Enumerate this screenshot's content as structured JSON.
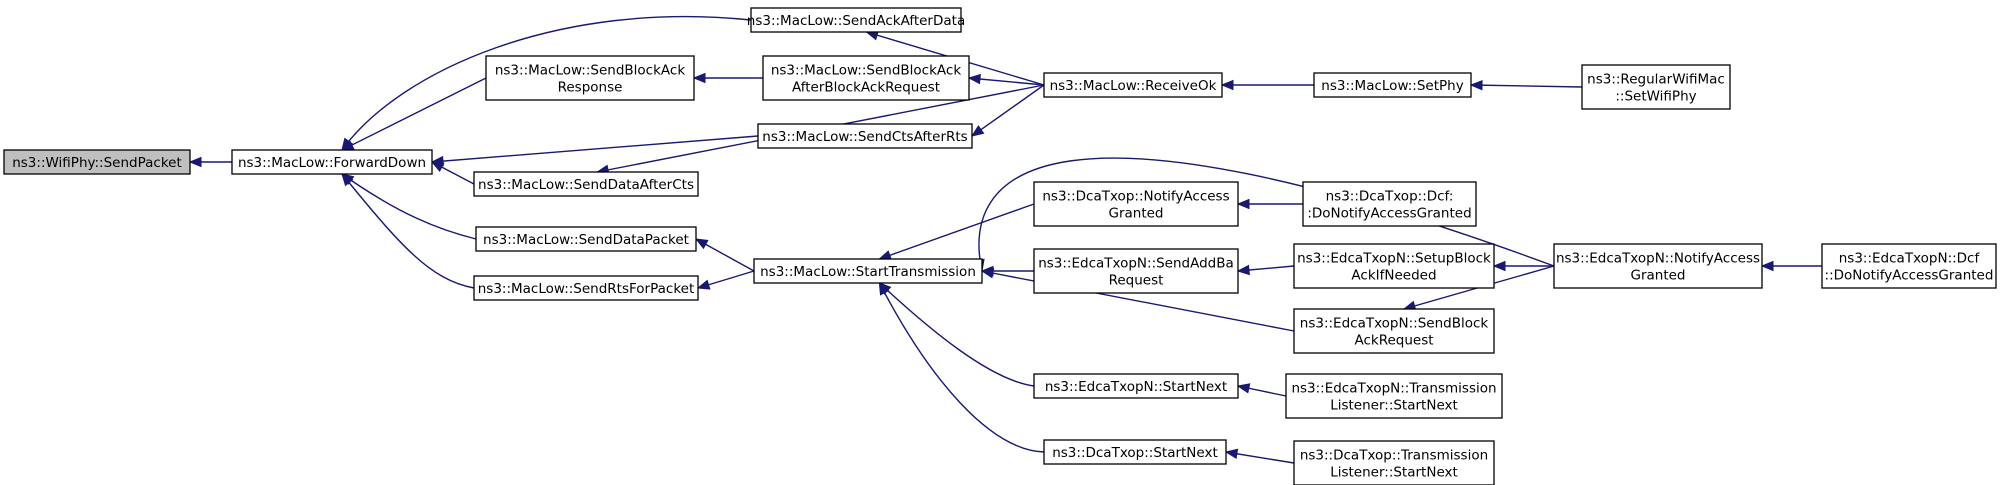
{
  "nodes": [
    {
      "id": "wifiphy_sendpacket",
      "lines": [
        "ns3::WifiPhy::SendPacket"
      ],
      "root": true
    },
    {
      "id": "maclow_forwarddown",
      "lines": [
        "ns3::MacLow::ForwardDown"
      ]
    },
    {
      "id": "maclow_sendackafterdata",
      "lines": [
        "ns3::MacLow::SendAckAfterData"
      ]
    },
    {
      "id": "maclow_sendblockackresponse",
      "lines": [
        "ns3::MacLow::SendBlockAck",
        "Response"
      ]
    },
    {
      "id": "maclow_sendblockackafterblockackrequest",
      "lines": [
        "ns3::MacLow::SendBlockAck",
        "AfterBlockAckRequest"
      ]
    },
    {
      "id": "maclow_receiveok",
      "lines": [
        "ns3::MacLow::ReceiveOk"
      ]
    },
    {
      "id": "maclow_setphy",
      "lines": [
        "ns3::MacLow::SetPhy"
      ]
    },
    {
      "id": "regularwifimac_setwifiphy",
      "lines": [
        "ns3::RegularWifiMac",
        "::SetWifiPhy"
      ]
    },
    {
      "id": "maclow_sendctsafterrts",
      "lines": [
        "ns3::MacLow::SendCtsAfterRts"
      ]
    },
    {
      "id": "maclow_senddataaftercts",
      "lines": [
        "ns3::MacLow::SendDataAfterCts"
      ]
    },
    {
      "id": "maclow_senddatapacket",
      "lines": [
        "ns3::MacLow::SendDataPacket"
      ]
    },
    {
      "id": "maclow_sendrtsforpacket",
      "lines": [
        "ns3::MacLow::SendRtsForPacket"
      ]
    },
    {
      "id": "maclow_starttransmission",
      "lines": [
        "ns3::MacLow::StartTransmission"
      ]
    },
    {
      "id": "dcatxop_notifyaccessgranted",
      "lines": [
        "ns3::DcaTxop::NotifyAccess",
        "Granted"
      ]
    },
    {
      "id": "dcatxop_dcf_donotifyaccessgranted",
      "lines": [
        "ns3::DcaTxop::Dcf:",
        ":DoNotifyAccessGranted"
      ]
    },
    {
      "id": "edcatxopn_sendaddbarequest",
      "lines": [
        "ns3::EdcaTxopN::SendAddBa",
        "Request"
      ]
    },
    {
      "id": "edcatxopn_setupblockackifneeded",
      "lines": [
        "ns3::EdcaTxopN::SetupBlock",
        "AckIfNeeded"
      ]
    },
    {
      "id": "edcatxopn_notifyaccessgranted",
      "lines": [
        "ns3::EdcaTxopN::NotifyAccess",
        "Granted"
      ]
    },
    {
      "id": "edcatxopn_dcf_donotifyaccessgranted",
      "lines": [
        "ns3::EdcaTxopN::Dcf",
        "::DoNotifyAccessGranted"
      ]
    },
    {
      "id": "edcatxopn_sendblockackrequest",
      "lines": [
        "ns3::EdcaTxopN::SendBlock",
        "AckRequest"
      ]
    },
    {
      "id": "edcatxopn_startnext",
      "lines": [
        "ns3::EdcaTxopN::StartNext"
      ]
    },
    {
      "id": "edcatxopn_transmissionlistener_startnext",
      "lines": [
        "ns3::EdcaTxopN::Transmission",
        "Listener::StartNext"
      ]
    },
    {
      "id": "dcatxop_startnext",
      "lines": [
        "ns3::DcaTxop::StartNext"
      ]
    },
    {
      "id": "dcatxop_transmissionlistener_startnext",
      "lines": [
        "ns3::DcaTxop::Transmission",
        "Listener::StartNext"
      ]
    }
  ],
  "edges": [
    {
      "from": "maclow_forwarddown",
      "to": "wifiphy_sendpacket"
    },
    {
      "from": "maclow_sendackafterdata",
      "to": "maclow_forwarddown"
    },
    {
      "from": "maclow_sendblockackresponse",
      "to": "maclow_forwarddown"
    },
    {
      "from": "maclow_sendctsafterrts",
      "to": "maclow_forwarddown"
    },
    {
      "from": "maclow_senddataaftercts",
      "to": "maclow_forwarddown"
    },
    {
      "from": "maclow_senddatapacket",
      "to": "maclow_forwarddown"
    },
    {
      "from": "maclow_sendrtsforpacket",
      "to": "maclow_forwarddown"
    },
    {
      "from": "maclow_sendblockackafterblockackrequest",
      "to": "maclow_sendblockackresponse"
    },
    {
      "from": "maclow_receiveok",
      "to": "maclow_sendackafterdata"
    },
    {
      "from": "maclow_receiveok",
      "to": "maclow_sendblockackafterblockackrequest"
    },
    {
      "from": "maclow_receiveok",
      "to": "maclow_sendctsafterrts"
    },
    {
      "from": "maclow_receiveok",
      "to": "maclow_senddataaftercts"
    },
    {
      "from": "maclow_setphy",
      "to": "maclow_receiveok"
    },
    {
      "from": "regularwifimac_setwifiphy",
      "to": "maclow_setphy"
    },
    {
      "from": "maclow_starttransmission",
      "to": "maclow_senddatapacket"
    },
    {
      "from": "maclow_starttransmission",
      "to": "maclow_sendrtsforpacket"
    },
    {
      "from": "dcatxop_notifyaccessgranted",
      "to": "maclow_starttransmission"
    },
    {
      "from": "edcatxopn_sendaddbarequest",
      "to": "maclow_starttransmission"
    },
    {
      "from": "edcatxopn_sendblockackrequest",
      "to": "maclow_starttransmission"
    },
    {
      "from": "edcatxopn_startnext",
      "to": "maclow_starttransmission"
    },
    {
      "from": "dcatxop_startnext",
      "to": "maclow_starttransmission"
    },
    {
      "from": "edcatxopn_notifyaccessgranted",
      "to": "maclow_starttransmission"
    },
    {
      "from": "dcatxop_dcf_donotifyaccessgranted",
      "to": "dcatxop_notifyaccessgranted"
    },
    {
      "from": "edcatxopn_setupblockackifneeded",
      "to": "edcatxopn_sendaddbarequest"
    },
    {
      "from": "edcatxopn_notifyaccessgranted",
      "to": "edcatxopn_setupblockackifneeded"
    },
    {
      "from": "edcatxopn_notifyaccessgranted",
      "to": "edcatxopn_sendblockackrequest"
    },
    {
      "from": "edcatxopn_dcf_donotifyaccessgranted",
      "to": "edcatxopn_notifyaccessgranted"
    },
    {
      "from": "edcatxopn_transmissionlistener_startnext",
      "to": "edcatxopn_startnext"
    },
    {
      "from": "dcatxop_transmissionlistener_startnext",
      "to": "dcatxop_startnext"
    }
  ],
  "colors": {
    "edge": "#191970",
    "root_fill": "#bfbfbf",
    "node_fill": "#ffffff",
    "node_stroke": "#000000"
  }
}
